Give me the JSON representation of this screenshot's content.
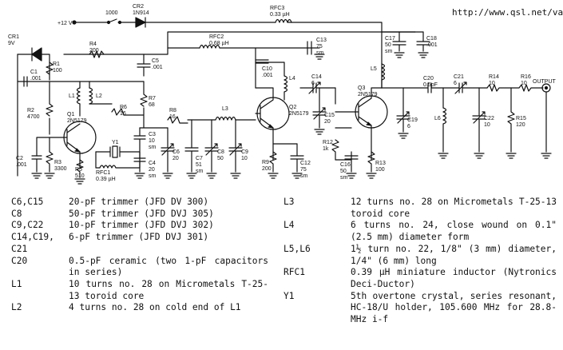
{
  "url": "http://www.qsl.net/va3iul",
  "schematic": {
    "supply": "+12 V",
    "output": "OUTPUT",
    "labels": {
      "cr1": "CR1\n9V",
      "r1": "R1\n100",
      "c1": "C1\n.001",
      "r2": "R2\n4700",
      "l1": "L1",
      "l2": "L2",
      "q1": "Q1\n2N5179",
      "c2": "C2\n.001",
      "r3": "R3\n3300",
      "r4": "R4\n200",
      "s1000": "1000",
      "cr2": "CR2\n1N914",
      "rfc2": "RFC2\n0.68 µH",
      "rfc3": "RFC3\n0.33 µH",
      "c5": "C5\n.001",
      "r6": "R6\n16",
      "r7": "R7\n68",
      "r8": "R8\n16",
      "c3": "C3\n10\nsm",
      "c4": "C4\n20\nsm",
      "y1": "Y1",
      "rfc1": "RFC1\n0.39 µH",
      "r5": "R5\n510",
      "c6": "C6\n20",
      "c7": "C7\n51\nsm",
      "c8": "C8\n50",
      "c9": "C9\n10",
      "l3": "L3",
      "c10": "C10\n.001",
      "c13": "C13\n75\nsm",
      "l4": "L4",
      "c14": "C14\n6",
      "q2": "Q2\n2N5179",
      "c15": "C15\n20",
      "r9": "R9\n200",
      "c12": "C12\n75\nsm",
      "r12": "R12\n1k",
      "c16": "C16\n50\nsm",
      "r13": "R13\n100",
      "c17": "C17\n50\nsm",
      "c18": "C18\n.001",
      "l5": "L5",
      "q3": "Q3\n2N5179",
      "c19": "C19\n6",
      "c20": "C20\n0.5pF",
      "l6": "L6",
      "c21": "C21\n6",
      "c22": "C22\n10",
      "r14": "R14\n10",
      "r15": "R15\n120",
      "r16": "R16\n10"
    }
  },
  "parts_left": [
    {
      "ref": "C6,C15",
      "desc": "20-pF trimmer (JFD DV 300)"
    },
    {
      "ref": "C8",
      "desc": "50-pF trimmer (JFD DVJ 305)"
    },
    {
      "ref": "C9,C22",
      "desc": "10-pF trimmer (JFD DVJ 302)"
    },
    {
      "ref": "C14,C19,",
      "desc": "6-pF trimmer (JFD DVJ 301)"
    },
    {
      "ref": "C21",
      "desc": ""
    },
    {
      "ref": "C20",
      "desc": "0.5-pF ceramic (two 1-pF capacitors in series)"
    },
    {
      "ref": "L1",
      "desc": "10 turns no. 28 on Micrometals T-25-13 toroid core"
    },
    {
      "ref": "L2",
      "desc": "4 turns no. 28 on cold end of L1"
    }
  ],
  "parts_right": [
    {
      "ref": "L3",
      "desc": "12 turns no. 28 on Micrometals T-25-13 toroid core"
    },
    {
      "ref": "L4",
      "desc": "6 turns no. 24, close wound on 0.1\" (2.5 mm) diameter form"
    },
    {
      "ref": "L5,L6",
      "desc": "1½ turn no. 22, 1/8\" (3 mm) diameter, 1/4\" (6 mm) long"
    },
    {
      "ref": "RFC1",
      "desc": "0.39 µH miniature inductor (Nytronics Deci-Ductor)"
    },
    {
      "ref": "Y1",
      "desc": "5th overtone crystal, series resonant, HC-18/U holder, 105.600 MHz for 28.8-MHz i-f"
    }
  ]
}
